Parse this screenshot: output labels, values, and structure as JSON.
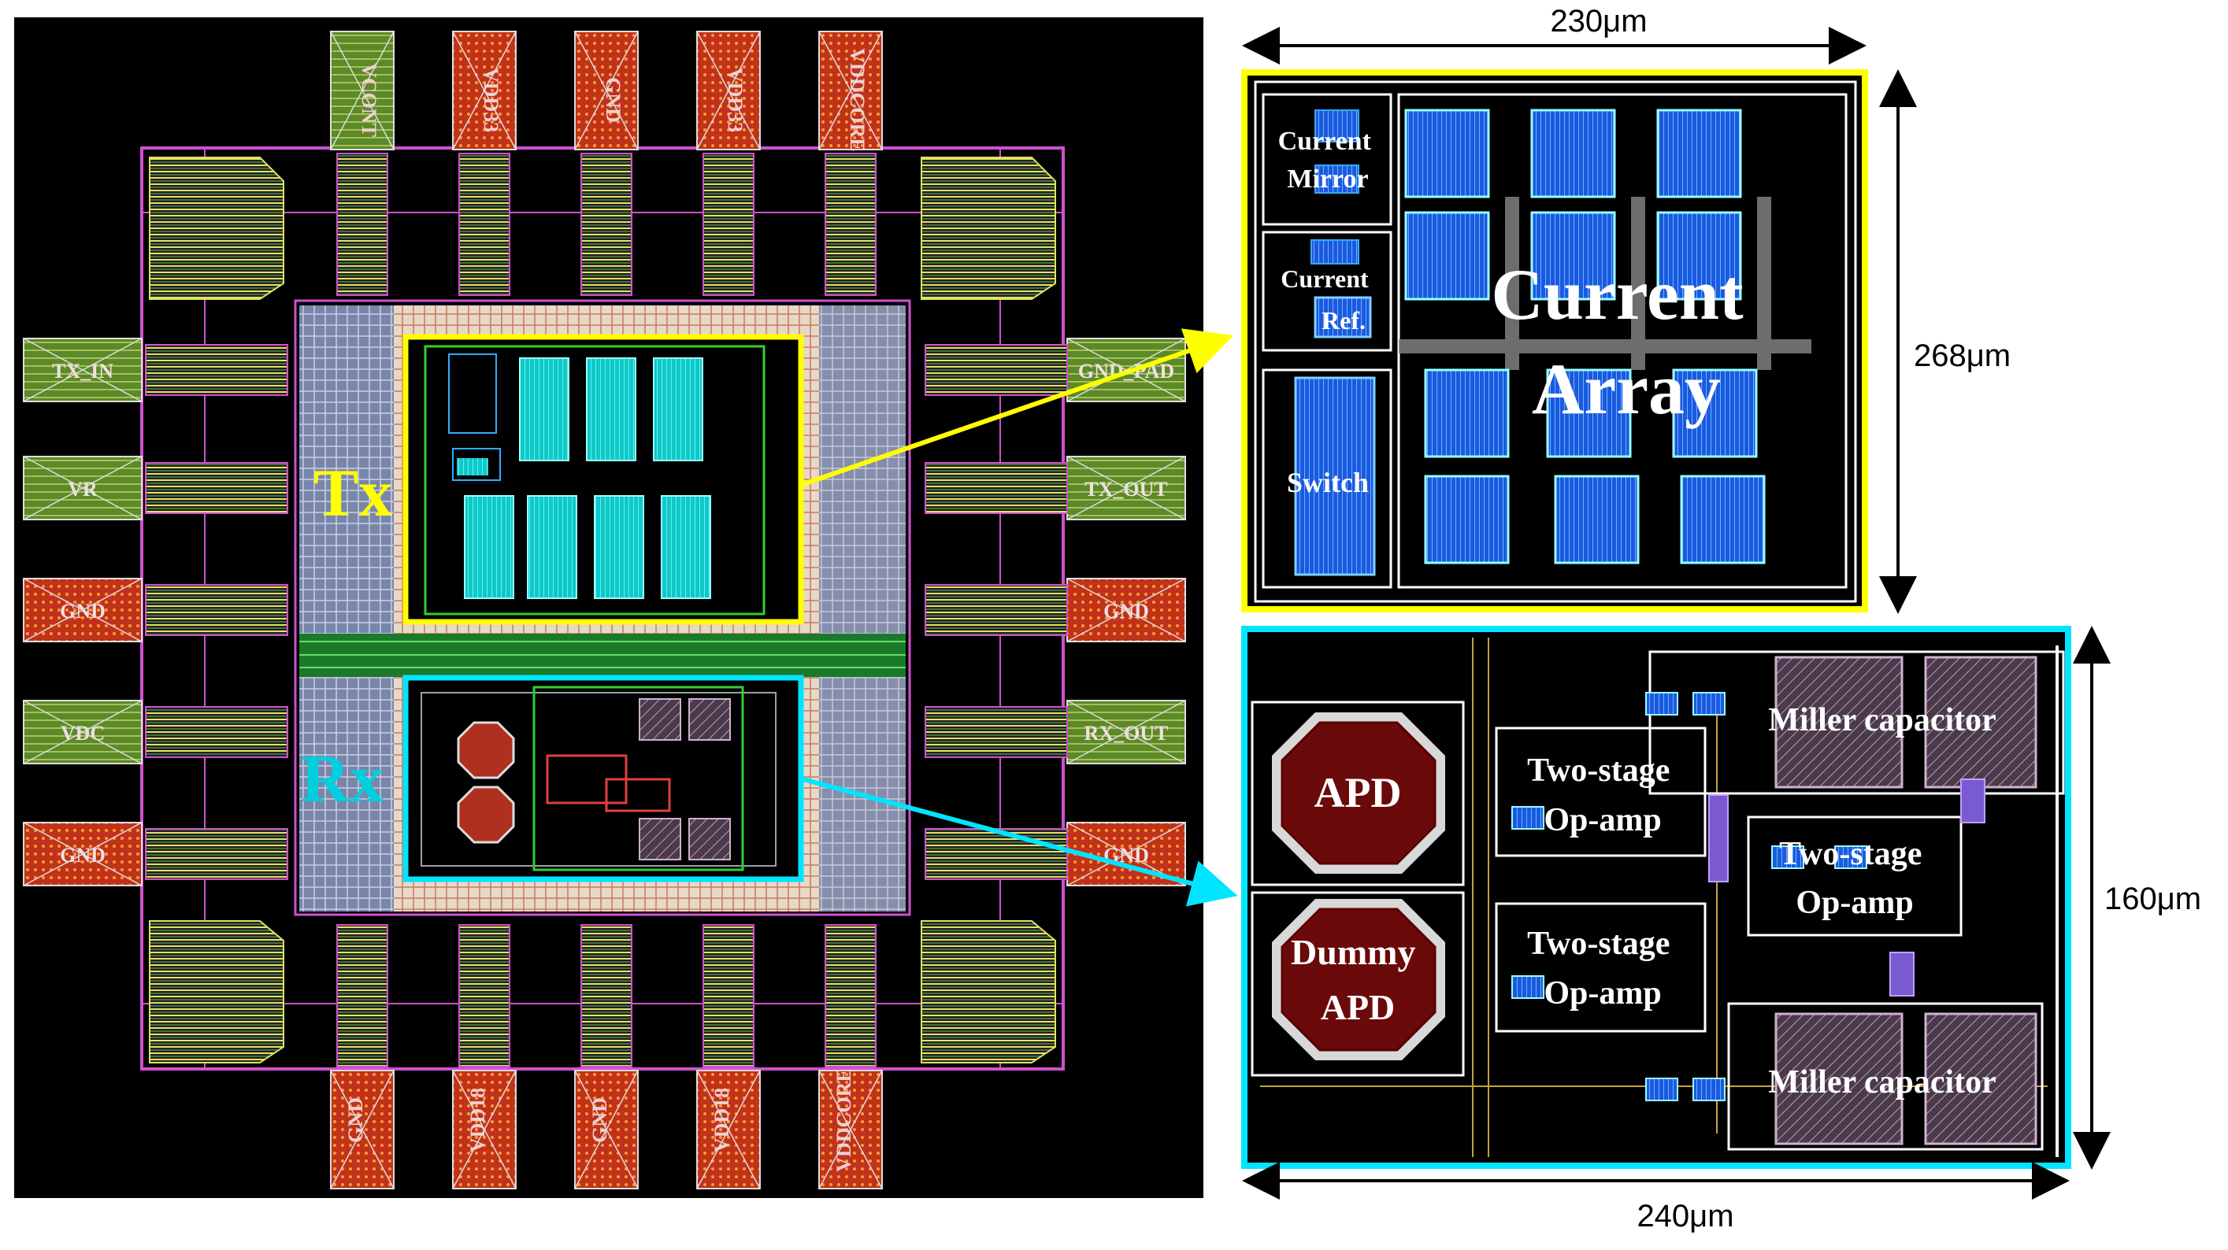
{
  "chip": {
    "tx_label": "Tx",
    "rx_label": "Rx",
    "tx_color": "#ffff00",
    "rx_color": "#00e5ff",
    "pads": {
      "top": [
        "VCONT",
        "VDD33",
        "GND",
        "VDD33",
        "VDDCORE"
      ],
      "bottom": [
        "GND",
        "VDD18",
        "GND",
        "VDD18",
        "VDDCORE"
      ],
      "left": [
        "TX_IN",
        "VR",
        "GND",
        "VDC",
        "GND"
      ],
      "right": [
        "GND_PAD",
        "TX_OUT",
        "GND",
        "RX_OUT",
        "GND"
      ]
    }
  },
  "tx_detail": {
    "width_label": "230μm",
    "height_label": "268μm",
    "blocks": {
      "current_mirror": [
        "Current",
        "Mirror"
      ],
      "current_ref": [
        "Current",
        "Ref."
      ],
      "switch": "Switch",
      "current_array": [
        "Current",
        "Array"
      ]
    }
  },
  "rx_detail": {
    "width_label": "240μm",
    "height_label": "160μm",
    "blocks": {
      "apd": "APD",
      "dummy_apd": [
        "Dummy",
        "APD"
      ],
      "opamp_1": [
        "Two-stage",
        "Op-amp"
      ],
      "opamp_2": [
        "Two-stage",
        "Op-amp"
      ],
      "opamp_3": [
        "Two-stage",
        "Op-amp"
      ],
      "miller_top": "Miller capacitor",
      "miller_bottom": "Miller capacitor"
    }
  }
}
